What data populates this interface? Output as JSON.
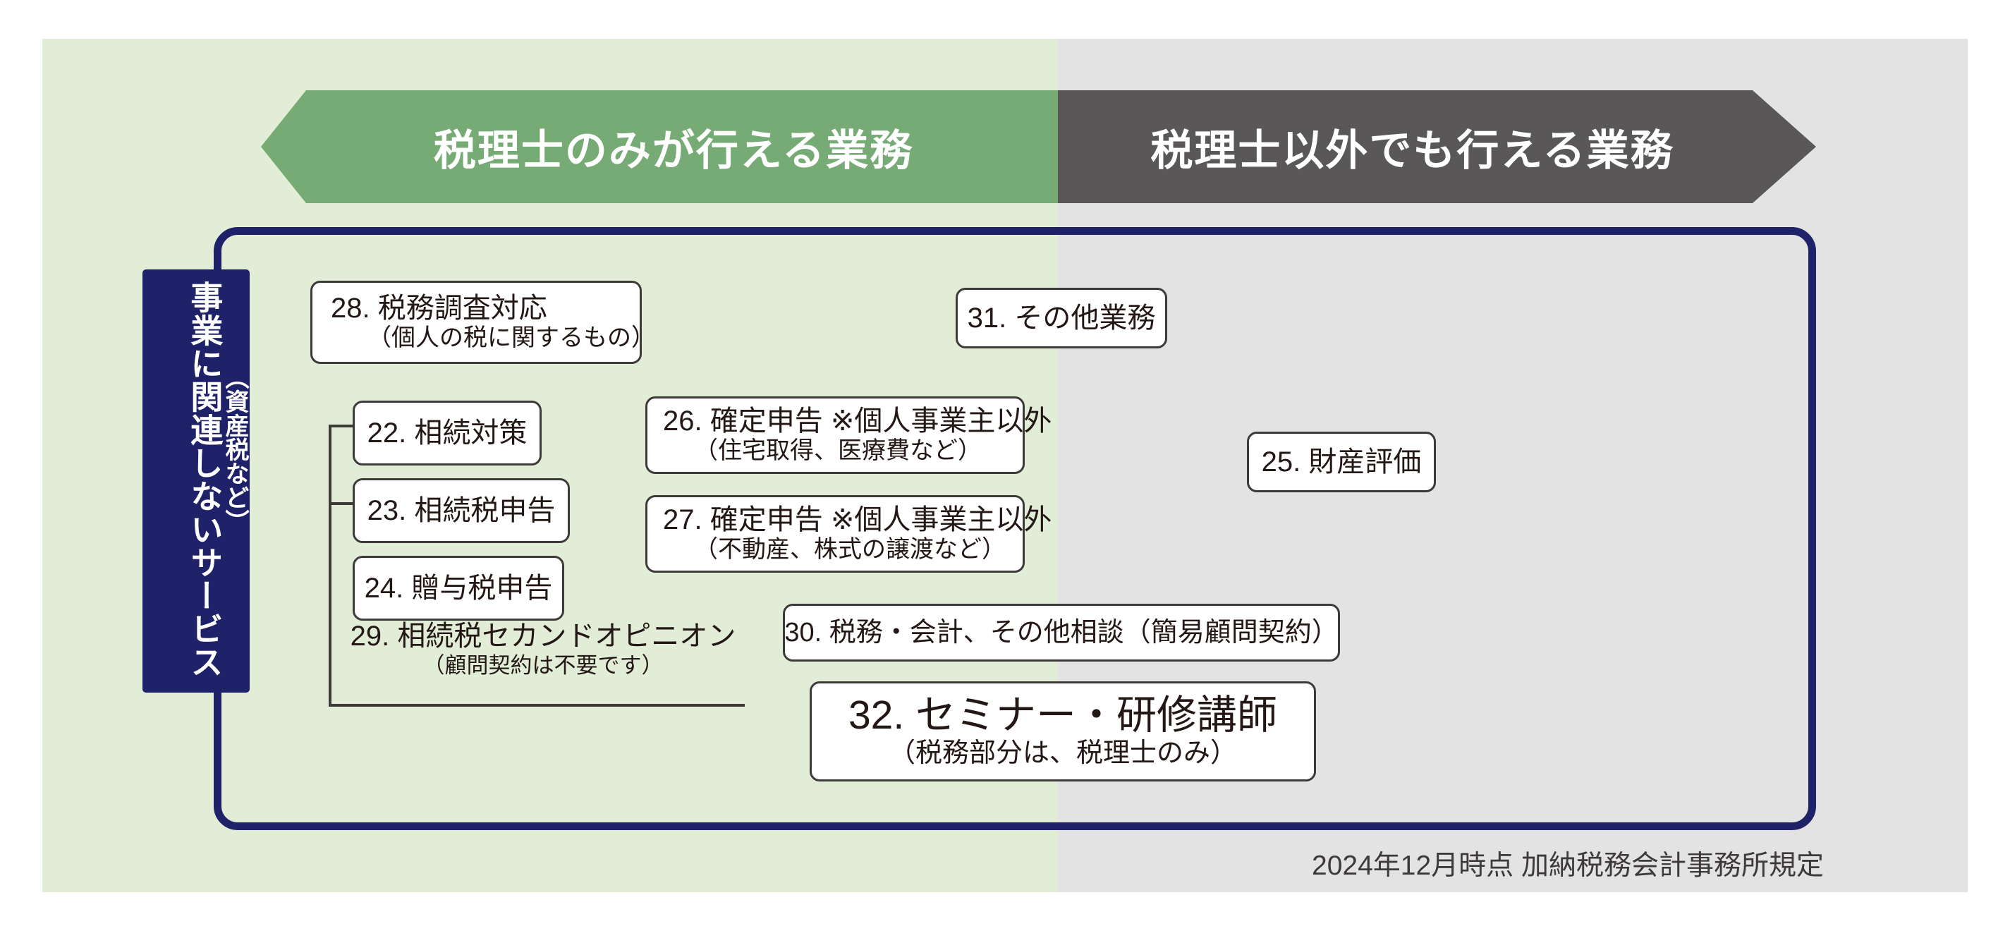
{
  "colors": {
    "green_panel": "#e2edd8",
    "gray_panel": "#e3e3e3",
    "banner_green": "#76ab76",
    "banner_dark": "#595757",
    "navy": "#1f2169",
    "card_border": "#3e3a39",
    "text": "#231815"
  },
  "banners": {
    "left": "税理士のみが行える業務",
    "right": "税理士以外でも行える業務"
  },
  "vertical_tab": {
    "main": "事業に関連しないサービス",
    "sub": "（資産税など）"
  },
  "cards": {
    "c28": {
      "line1": "28. 税務調査対応",
      "line2": "（個人の税に関するもの）"
    },
    "c31": {
      "line1": "31. その他業務"
    },
    "c22": {
      "line1": "22. 相続対策"
    },
    "c23": {
      "line1": "23. 相続税申告"
    },
    "c24": {
      "line1": "24. 贈与税申告"
    },
    "c26": {
      "line1": "26. 確定申告 ※個人事業主以外",
      "line2": "（住宅取得、医療費など）"
    },
    "c27": {
      "line1": "27. 確定申告 ※個人事業主以外",
      "line2": "（不動産、株式の譲渡など）"
    },
    "c25": {
      "line1": "25. 財産評価"
    },
    "c30": {
      "line1": "30. 税務・会計、その他相談（簡易顧問契約）"
    },
    "c32": {
      "line1": "32. セミナー・研修講師",
      "line2": "（税務部分は、税理士のみ）"
    }
  },
  "text_items": {
    "t29": {
      "line1": "29. 相続税セカンドオピニオン",
      "line2": "（顧問契約は不要です）"
    }
  },
  "footer": {
    "note": "2024年12月時点  加納税務会計事務所規定"
  }
}
